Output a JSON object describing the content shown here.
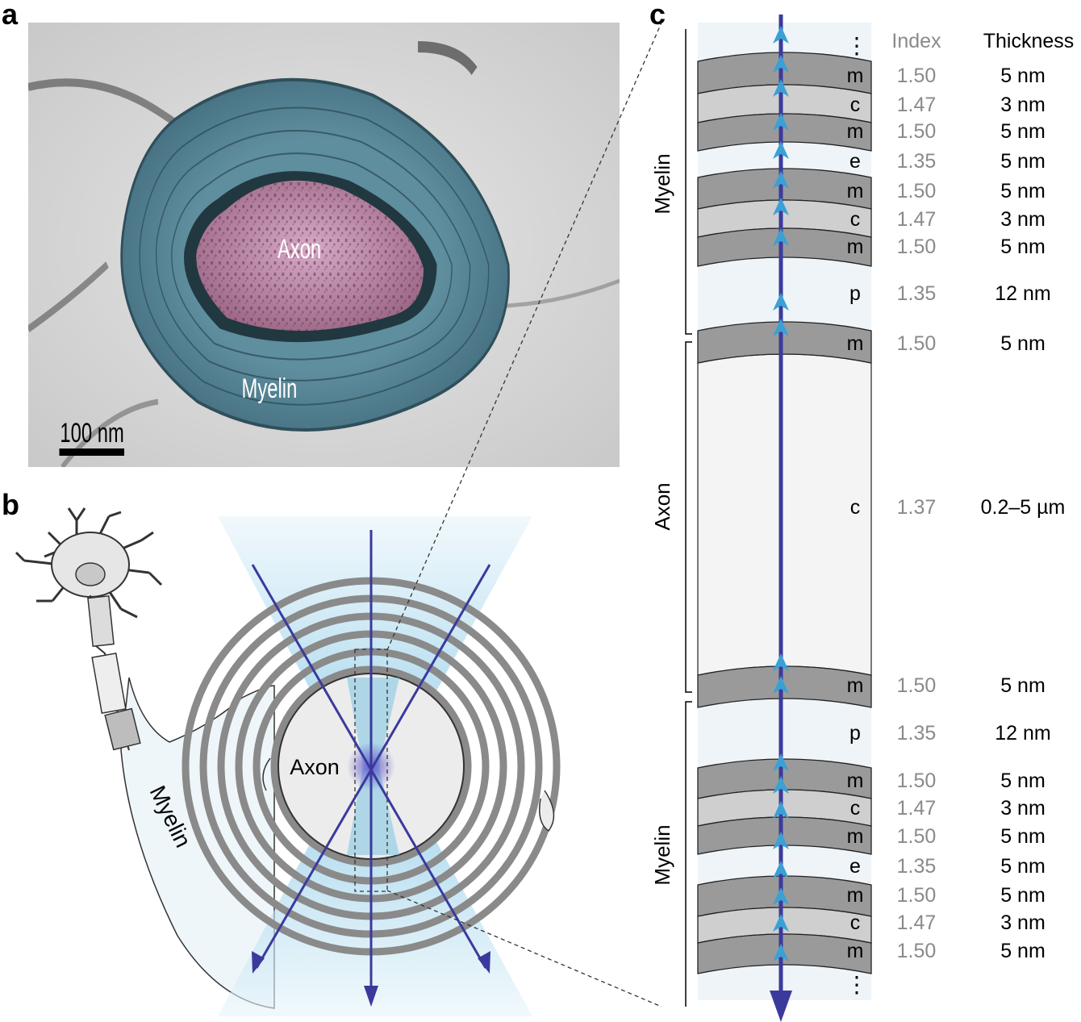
{
  "panels": {
    "a": "a",
    "b": "b",
    "c": "c"
  },
  "micrograph": {
    "axon_label": "Axon",
    "myelin_label": "Myelin",
    "scale_bar": "100 nm"
  },
  "schematic": {
    "axon_label": "Axon",
    "myelin_label": "Myelin"
  },
  "table": {
    "header_index": "Index",
    "header_thickness": "Thickness",
    "ellipsis": "⋮",
    "rows": [
      {
        "code": "m",
        "index": "1.50",
        "thickness": "5 nm"
      },
      {
        "code": "c",
        "index": "1.47",
        "thickness": "3 nm"
      },
      {
        "code": "m",
        "index": "1.50",
        "thickness": "5 nm"
      },
      {
        "code": "e",
        "index": "1.35",
        "thickness": "5 nm"
      },
      {
        "code": "m",
        "index": "1.50",
        "thickness": "5 nm"
      },
      {
        "code": "c",
        "index": "1.47",
        "thickness": "3 nm"
      },
      {
        "code": "m",
        "index": "1.50",
        "thickness": "5 nm"
      },
      {
        "code": "p",
        "index": "1.35",
        "thickness": "12 nm"
      },
      {
        "code": "m",
        "index": "1.50",
        "thickness": "5 nm"
      },
      {
        "code": "c",
        "index": "1.37",
        "thickness": "0.2–5 µm"
      },
      {
        "code": "m",
        "index": "1.50",
        "thickness": "5 nm"
      },
      {
        "code": "p",
        "index": "1.35",
        "thickness": "12 nm"
      },
      {
        "code": "m",
        "index": "1.50",
        "thickness": "5 nm"
      },
      {
        "code": "c",
        "index": "1.47",
        "thickness": "3 nm"
      },
      {
        "code": "m",
        "index": "1.50",
        "thickness": "5 nm"
      },
      {
        "code": "e",
        "index": "1.35",
        "thickness": "5 nm"
      },
      {
        "code": "m",
        "index": "1.50",
        "thickness": "5 nm"
      },
      {
        "code": "c",
        "index": "1.47",
        "thickness": "3 nm"
      },
      {
        "code": "m",
        "index": "1.50",
        "thickness": "5 nm"
      }
    ],
    "bracket_labels": {
      "myelin_top": "Myelin",
      "axon": "Axon",
      "myelin_bottom": "Myelin"
    }
  },
  "colors": {
    "membrane_dark": "#9a9a9a",
    "membrane_light": "#cfcfcf",
    "background_light": "#eef4f8",
    "axon_fill": "#f4f4f4",
    "ray": "#3b3a9c",
    "arrowhead": "#3aa0d6",
    "myelin_tint": "#6fa0b3",
    "axon_tint": "#c890b4"
  }
}
